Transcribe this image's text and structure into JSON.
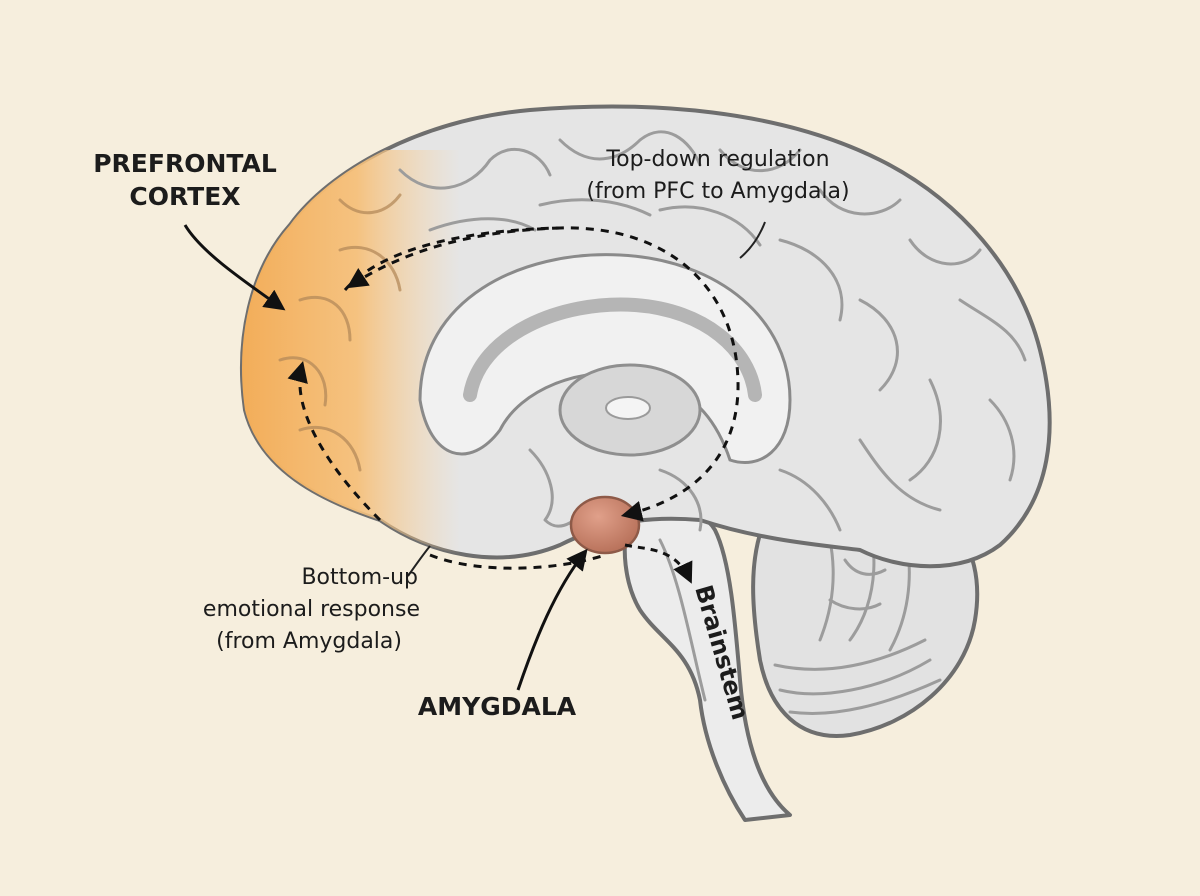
{
  "labels": {
    "prefrontal_line1": "PREFRONTAL",
    "prefrontal_line2": "CORTEX",
    "topdown_line1": "Top-down regulation",
    "topdown_line2": "(from PFC to Amygdala)",
    "bottomup_line1": "Bottom-up",
    "bottomup_line2": "emotional response",
    "bottomup_line3": "(from Amygdala)",
    "amygdala": "AMYGDALA",
    "brainstem": "Brainstem"
  },
  "colors": {
    "background": "#f6eedd",
    "brain": "#e4e4e4",
    "prefrontal": "#f4b45e",
    "amygdala": "#c9826b",
    "outline": "#6e6e6e"
  }
}
